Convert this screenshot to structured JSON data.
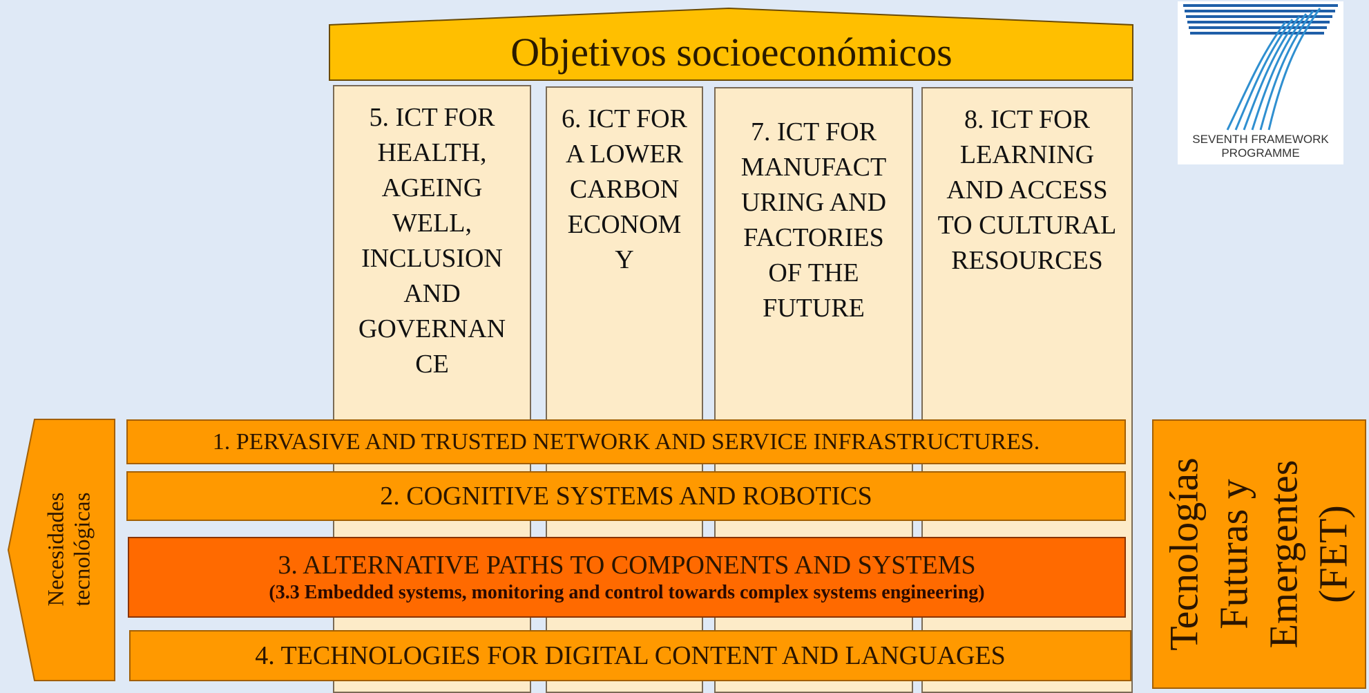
{
  "header": {
    "title": "Objetivos socioeconómicos"
  },
  "columns": [
    {
      "label": "5. ICT FOR HEALTH, AGEING WELL, INCLUSION AND GOVERNAN CE"
    },
    {
      "label": "6. ICT FOR A LOWER CARBON ECONOM Y"
    },
    {
      "label": "7. ICT FOR MANUFACT URING AND FACTORIES OF THE FUTURE"
    },
    {
      "label": "8. ICT FOR LEARNING AND ACCESS TO CULTURAL RESOURCES"
    }
  ],
  "bars": [
    {
      "label": "1. PERVASIVE AND TRUSTED NETWORK AND SERVICE INFRASTRUCTURES."
    },
    {
      "label": "2. COGNITIVE SYSTEMS AND ROBOTICS"
    },
    {
      "label": "3. ALTERNATIVE PATHS TO COMPONENTS AND SYSTEMS",
      "sublabel": "(3.3 Embedded systems, monitoring and control towards complex systems engineering)"
    },
    {
      "label": "4. TECHNOLOGIES FOR DIGITAL CONTENT AND LANGUAGES"
    }
  ],
  "left_arrow": {
    "line1": "Necesidades",
    "line2": "tecnológicas"
  },
  "fet": {
    "line1": "Tecnologías",
    "line2": "Futuras y",
    "line3": "Emergentes",
    "line4": "(FET)"
  },
  "logo": {
    "line1": "SEVENTH FRAMEWORK",
    "line2": "PROGRAMME",
    "icon": "fp7-seven-icon"
  },
  "colors": {
    "background": "#dfe9f6",
    "header": "#ffbf00",
    "column_fill": "#fdebc8",
    "bar_fill": "#ff9900",
    "highlight_bar_fill": "#ff6a00",
    "logo_blue": "#1f5fa8"
  }
}
